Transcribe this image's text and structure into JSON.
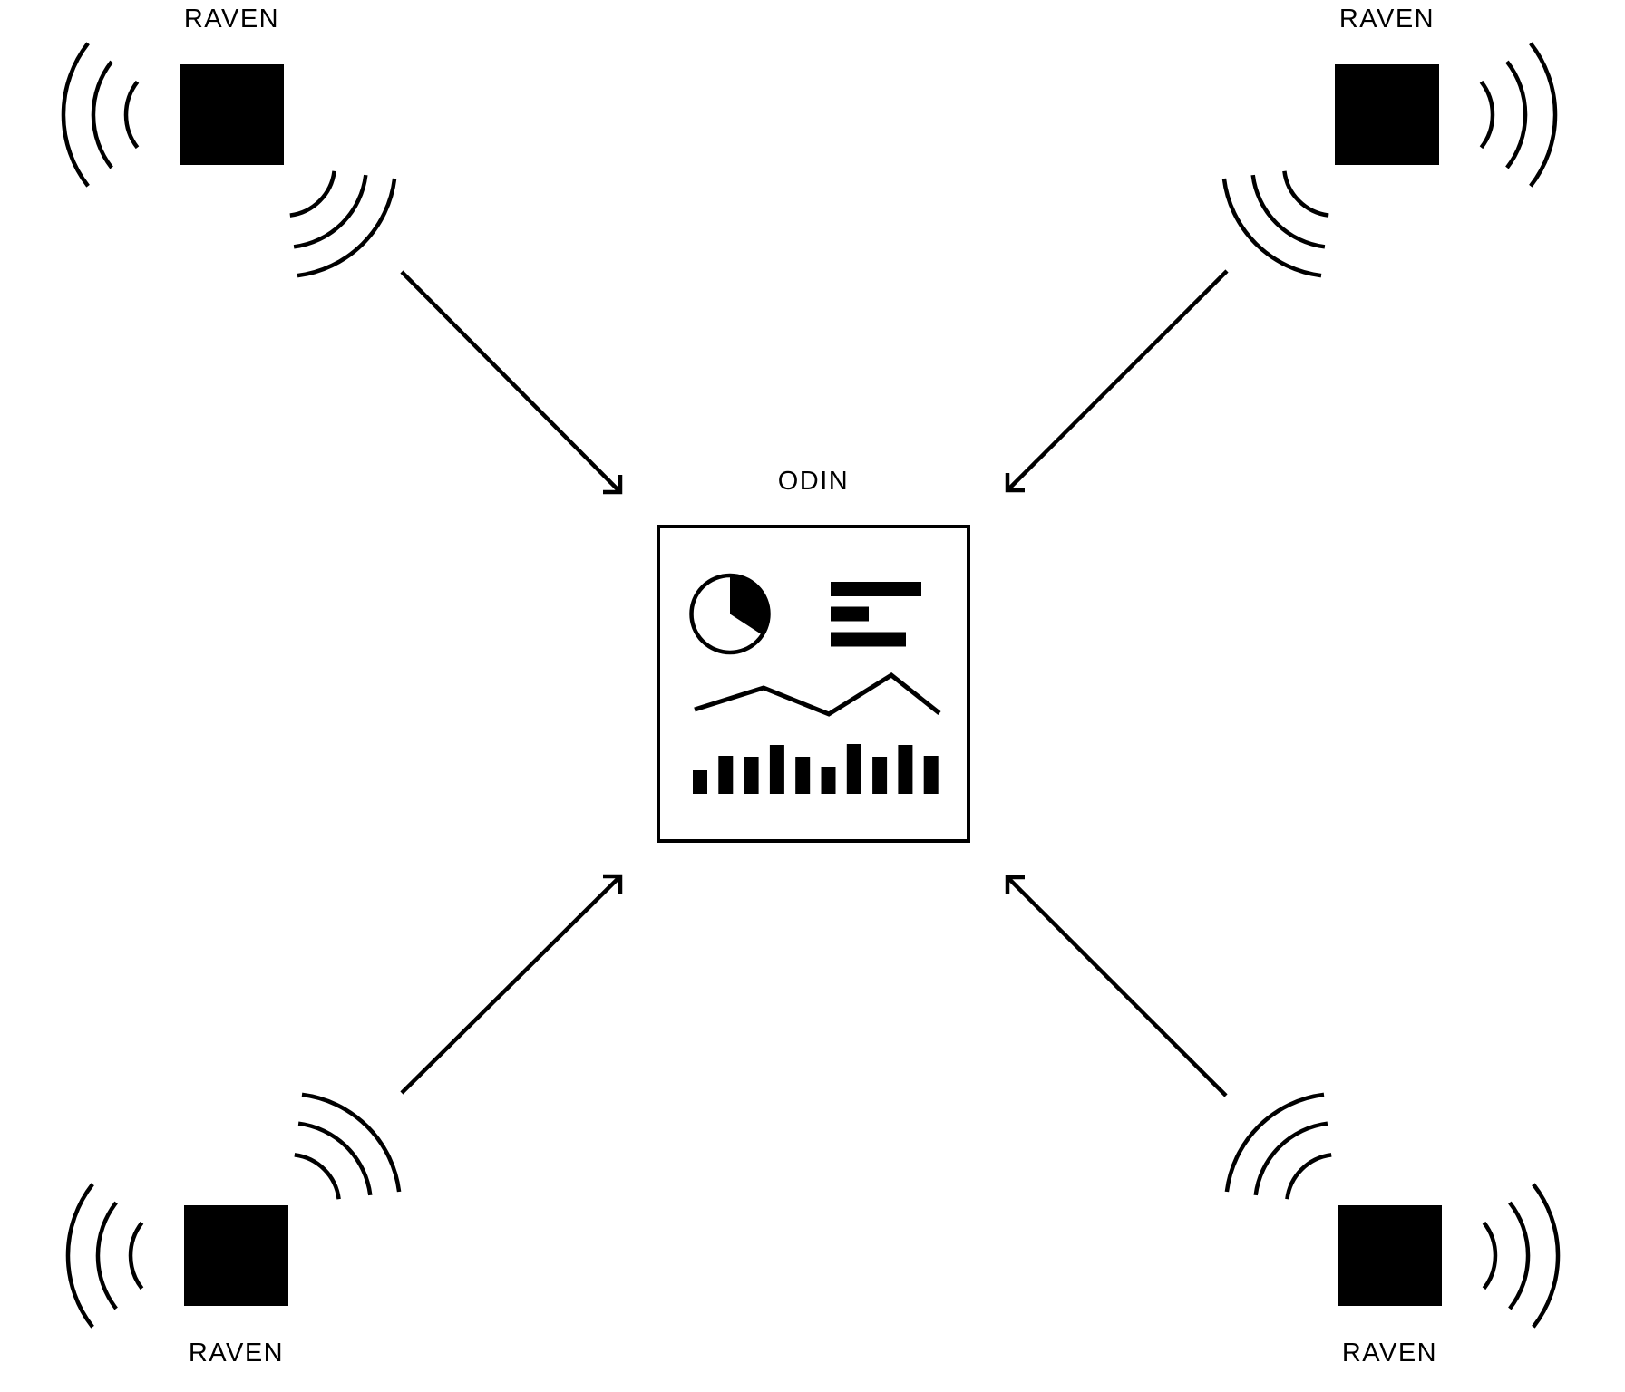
{
  "colors": {
    "background": "#ffffff",
    "ink": "#000000"
  },
  "center_node": {
    "id": "odin",
    "label": "ODIN",
    "icon": "dashboard-icon",
    "icon_parts": [
      "pie-chart-icon",
      "bar-list-icon",
      "line-chart-icon",
      "bar-chart-icon"
    ]
  },
  "raven_nodes": [
    {
      "id": "raven-top-left",
      "position": "top-left",
      "label": "RAVEN",
      "icon": "signal-waves-icon"
    },
    {
      "id": "raven-top-right",
      "position": "top-right",
      "label": "RAVEN",
      "icon": "signal-waves-icon"
    },
    {
      "id": "raven-bottom-left",
      "position": "bottom-left",
      "label": "RAVEN",
      "icon": "signal-waves-icon"
    },
    {
      "id": "raven-bottom-right",
      "position": "bottom-right",
      "label": "RAVEN",
      "icon": "signal-waves-icon"
    }
  ],
  "connections": [
    {
      "from": "raven-top-left",
      "to": "odin",
      "style": "arrow"
    },
    {
      "from": "raven-top-right",
      "to": "odin",
      "style": "arrow"
    },
    {
      "from": "raven-bottom-left",
      "to": "odin",
      "style": "arrow"
    },
    {
      "from": "raven-bottom-right",
      "to": "odin",
      "style": "arrow"
    }
  ]
}
